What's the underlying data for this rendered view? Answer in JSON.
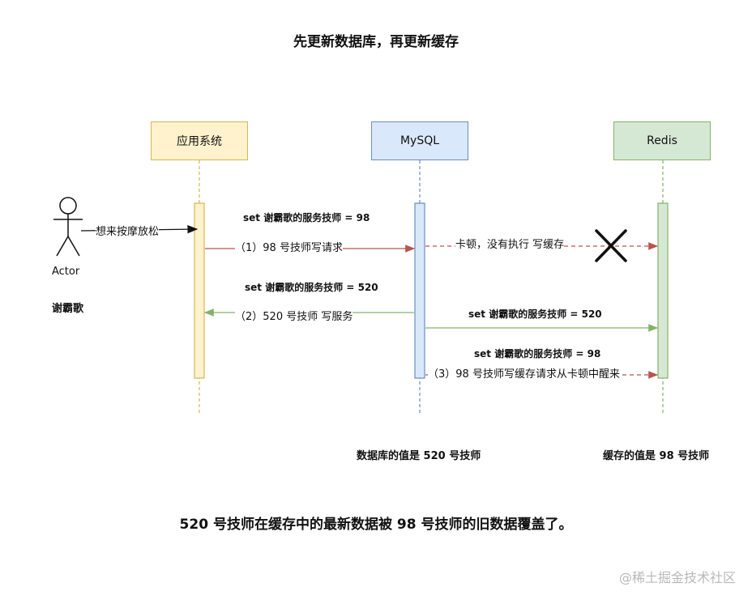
{
  "title": "先更新数据库，再更新缓存",
  "participants": {
    "app": "应用系统",
    "mysql": "MySQL",
    "redis": "Redis"
  },
  "actor": {
    "label": "Actor",
    "name": "谢霸歌",
    "request": "想来按摩放松"
  },
  "messages": {
    "m1_set": "set 谢霸歌的服务技师 = 98",
    "m1_write": "（1）98 号技师写请求",
    "m1_stall": "卡顿，没有执行 写缓存",
    "m2_set": "set 谢霸歌的服务技师 = 520",
    "m2_write": "（2）520 号技师 写服务",
    "m2_cache": "set 谢霸歌的服务技师 = 520",
    "m3_set": "set 谢霸歌的服务技师 = 98",
    "m3_wake": "（3）98 号技师写缓存请求从卡顿中醒来"
  },
  "results": {
    "db_value": "数据库的值是  520  号技师",
    "cache_value": "缓存的值是  98  号技师"
  },
  "conclusion": "520  号技师在缓存中的最新数据被  98  号技师的旧数据覆盖了。",
  "watermark": "@稀土掘金技术社区",
  "colors": {
    "app": "#d6b656",
    "mysql": "#6c8ebf",
    "redis": "#82b366",
    "red_arrow": "#b85450",
    "green_arrow": "#82b366"
  }
}
